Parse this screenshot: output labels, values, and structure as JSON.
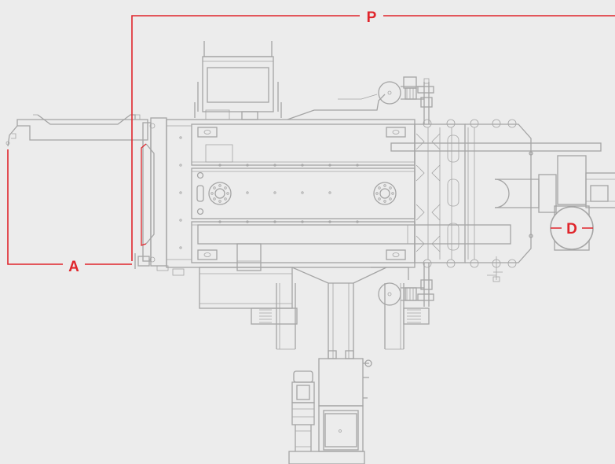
{
  "dimensions": {
    "P": {
      "label": "P"
    },
    "A": {
      "label": "A"
    },
    "D": {
      "label": "D"
    }
  },
  "colors": {
    "background": "#ececec",
    "line": "#a4a4a4",
    "dimension": "#e0252b"
  }
}
